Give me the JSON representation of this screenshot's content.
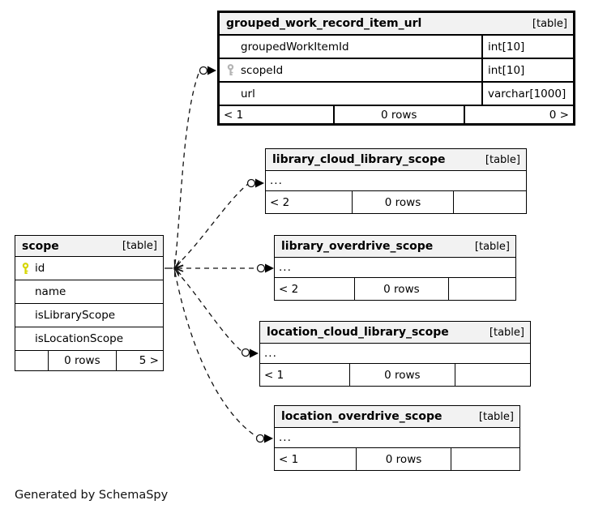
{
  "note": "Generated by SchemaSpy",
  "colors": {
    "header_bg": "#f2f2f2",
    "border": "#000000",
    "primary_key_icon": "#d6d600",
    "foreign_key_icon": "#b4b4b4",
    "relationship_line": "#111111"
  },
  "tables": {
    "grouped": {
      "title": "grouped_work_record_item_url",
      "badge": "[table]",
      "columns": [
        {
          "name": "groupedWorkItemId",
          "type": "int[10]"
        },
        {
          "name": "scopeId",
          "type": "int[10]"
        },
        {
          "name": "url",
          "type": "varchar[1000]"
        }
      ],
      "footer": {
        "left": "< 1",
        "center": "0 rows",
        "right": "0 >"
      }
    },
    "scope": {
      "title": "scope",
      "badge": "[table]",
      "columns": [
        {
          "name": "id"
        },
        {
          "name": "name"
        },
        {
          "name": "isLibraryScope"
        },
        {
          "name": "isLocationScope"
        }
      ],
      "footer": {
        "left": "",
        "center": "0 rows",
        "right": "5 >"
      }
    },
    "library_cloud": {
      "title": "library_cloud_library_scope",
      "badge": "[table]",
      "ellipsis": "...",
      "footer": {
        "left": "< 2",
        "center": "0 rows",
        "right": ""
      }
    },
    "library_over": {
      "title": "library_overdrive_scope",
      "badge": "[table]",
      "ellipsis": "...",
      "footer": {
        "left": "< 2",
        "center": "0 rows",
        "right": ""
      }
    },
    "location_cloud": {
      "title": "location_cloud_library_scope",
      "badge": "[table]",
      "ellipsis": "...",
      "footer": {
        "left": "< 1",
        "center": "0 rows",
        "right": ""
      }
    },
    "location_over": {
      "title": "location_overdrive_scope",
      "badge": "[table]",
      "ellipsis": "...",
      "footer": {
        "left": "< 1",
        "center": "0 rows",
        "right": ""
      }
    }
  }
}
